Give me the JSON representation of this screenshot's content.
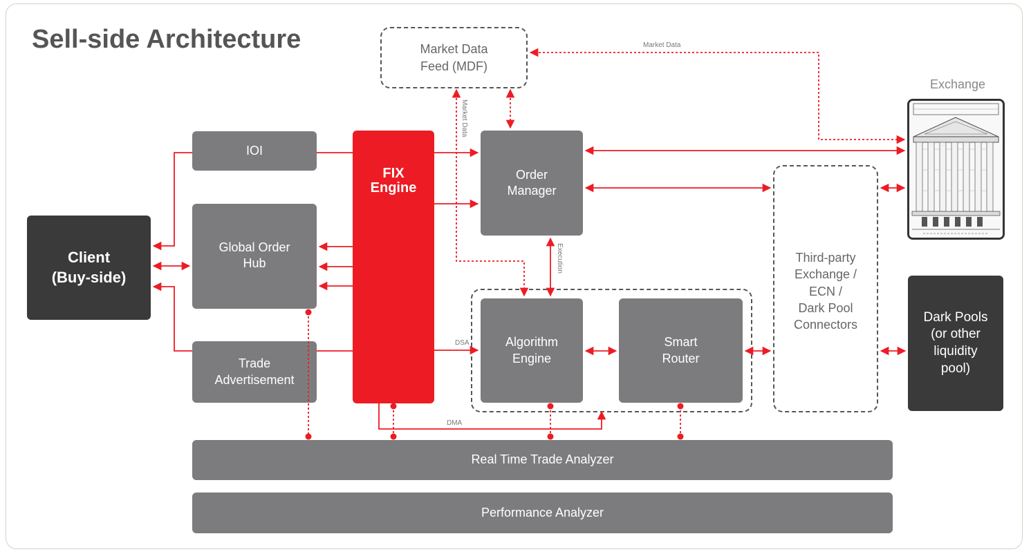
{
  "title": "Sell-side Architecture",
  "boxes": {
    "mdf": "Market Data\nFeed (MDF)",
    "ioi": "IOI",
    "fix": "FIX\nEngine",
    "order_manager": "Order\nManager",
    "client": "Client\n(Buy-side)",
    "global_order_hub": "Global Order\nHub",
    "trade_advertisement": "Trade\nAdvertisement",
    "algorithm_engine": "Algorithm\nEngine",
    "smart_router": "Smart\nRouter",
    "third_party": "Third-party\nExchange /\nECN /\nDark Pool\nConnectors",
    "dark_pools": "Dark Pools\n(or other\nliquidity\npool)",
    "real_time_trade_analyzer": "Real Time Trade Analyzer",
    "performance_analyzer": "Performance Analyzer",
    "exchange": "Exchange"
  },
  "connection_labels": {
    "market_data_top": "Market Data",
    "market_data_vertical": "Market Data",
    "execution": "Execution",
    "dsa": "DSA",
    "dma": "DMA"
  },
  "colors": {
    "accent_red": "#ed1c24",
    "box_gray": "#7c7c7e",
    "box_dark": "#3a3a3a"
  }
}
